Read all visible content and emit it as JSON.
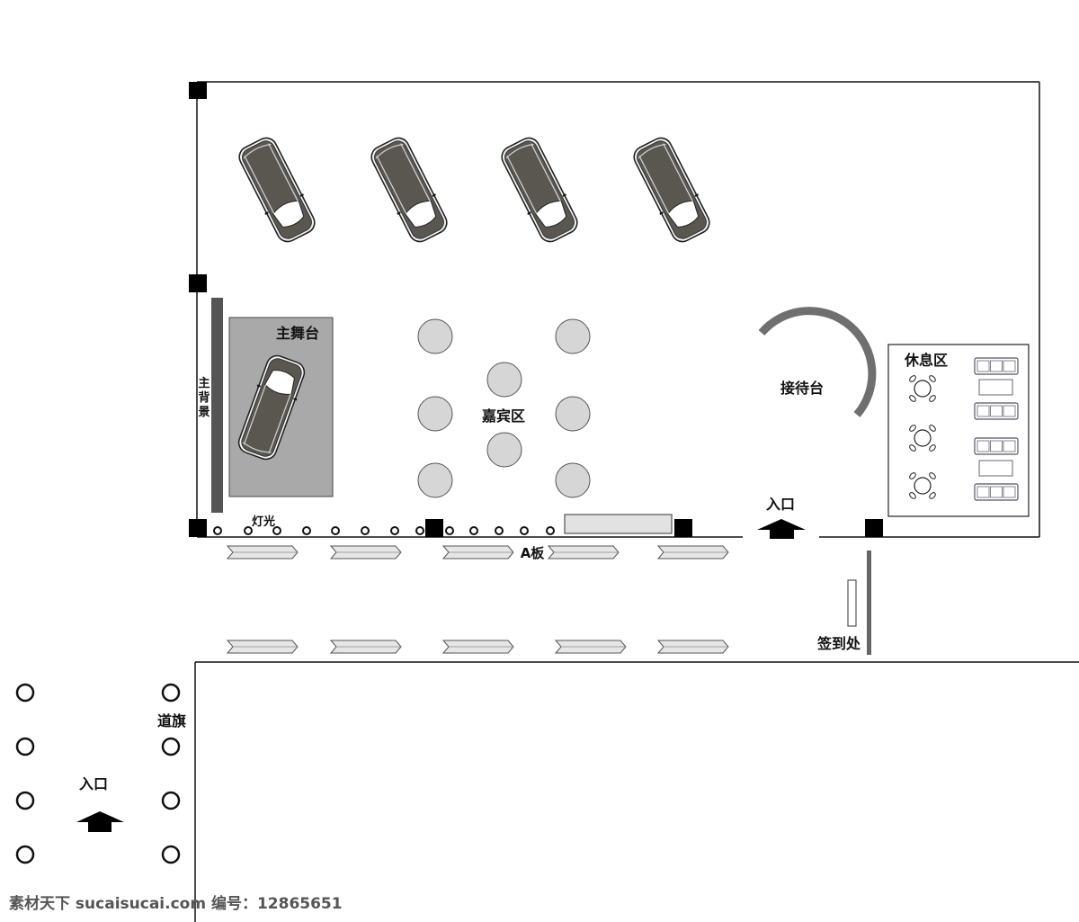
{
  "labels": {
    "main_stage": "主舞台",
    "main_backdrop_1": "主",
    "main_backdrop_2": "背",
    "main_backdrop_3": "景",
    "vip_area": "嘉宾区",
    "reception_desk": "接待台",
    "lounge_area": "休息区",
    "entrance_main": "入口",
    "entrance_outer": "入口",
    "lighting": "灯光",
    "a_board": "A板",
    "sign_in_desk": "签到处",
    "road_flags": "道旗"
  },
  "watermark": "素材天下 sucaisucai.com  编号：12865651",
  "colors": {
    "car_body": "#5a5650",
    "stage_fill": "#a9a9a9",
    "round_table_fill": "#d6d6d6",
    "pillar": "#000000",
    "backdrop": "#555555",
    "outline": "#111111"
  }
}
